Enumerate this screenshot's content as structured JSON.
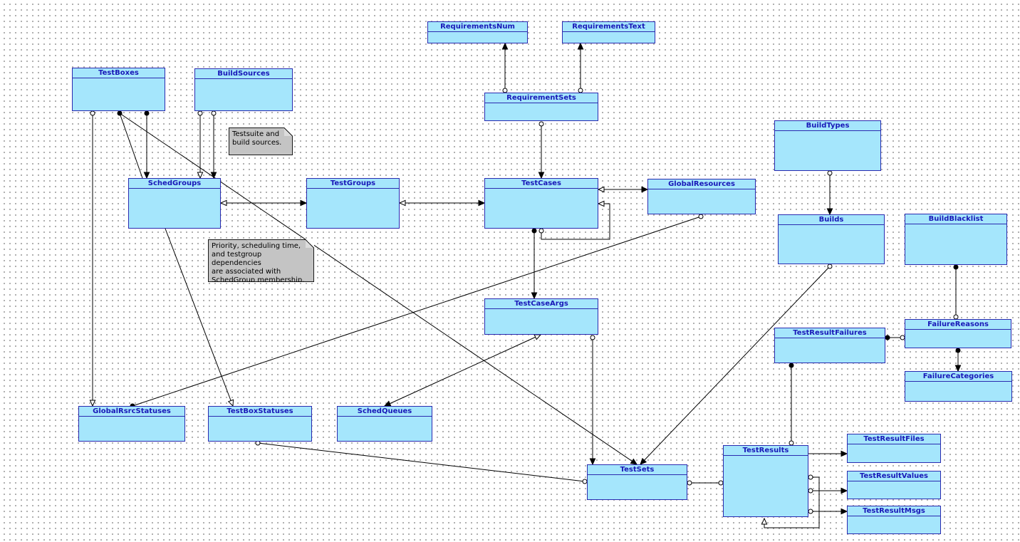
{
  "entities": {
    "requirements_num": "RequirementsNum",
    "requirements_text": "RequirementsText",
    "requirement_sets": "RequirementSets",
    "test_boxes": "TestBoxes",
    "build_sources": "BuildSources",
    "build_types": "BuildTypes",
    "sched_groups": "SchedGroups",
    "test_groups": "TestGroups",
    "test_cases": "TestCases",
    "global_resources": "GlobalResources",
    "builds": "Builds",
    "build_blacklist": "BuildBlacklist",
    "test_case_args": "TestCaseArgs",
    "test_result_failures": "TestResultFailures",
    "failure_reasons": "FailureReasons",
    "failure_categories": "FailureCategories",
    "global_rsrc_statuses": "GlobalRsrcStatuses",
    "test_box_statuses": "TestBoxStatuses",
    "sched_queues": "SchedQueues",
    "test_result_files": "TestResultFiles",
    "test_results": "TestResults",
    "test_result_values": "TestResultValues",
    "test_sets": "TestSets",
    "test_result_msgs": "TestResultMsgs"
  },
  "notes": {
    "testsuite_note": "Testsuite and\nbuild sources.",
    "schedgroup_note": "Priority, scheduling time,\nand testgroup dependencies\nare associated with\nSchedGroup membership."
  },
  "colors": {
    "entity_fill": "#a5e6fc",
    "entity_border": "#2a2ab0",
    "entity_title": "#1818b8",
    "note_fill": "#c4c4c4",
    "connector": "#000000"
  }
}
